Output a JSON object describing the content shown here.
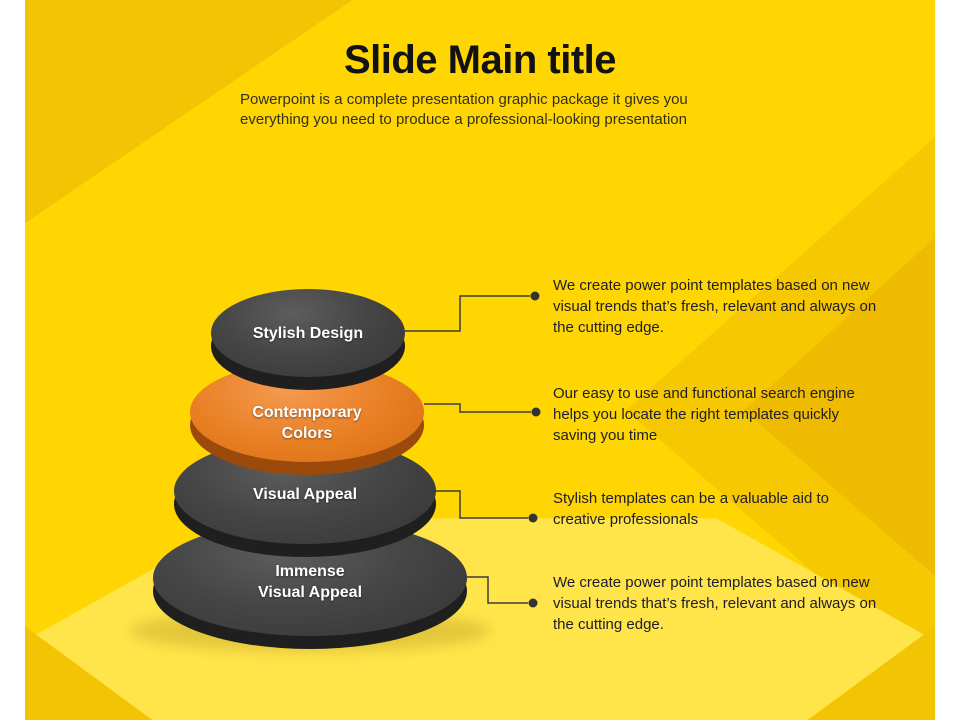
{
  "slide": {
    "title": "Slide Main title",
    "subtitle_lines": [
      "Powerpoint is a complete presentation graphic package it gives you",
      "everything you need to produce a professional-looking presentation"
    ],
    "stack": [
      {
        "lines": [
          "Stylish Design"
        ],
        "color": "#3F3F3F"
      },
      {
        "lines": [
          "Contemporary",
          "Colors"
        ],
        "color": "#E87E22"
      },
      {
        "lines": [
          "Visual Appeal"
        ],
        "color": "#3F3F3F"
      },
      {
        "lines": [
          "Immense",
          "Visual Appeal"
        ],
        "color": "#3F3F3F"
      }
    ],
    "callouts": [
      {
        "lines": [
          "We create power point templates based on new",
          "visual trends that’s fresh, relevant and always on",
          "the cutting edge."
        ]
      },
      {
        "lines": [
          "Our easy to use and functional search engine",
          "helps you locate the right templates quickly",
          "saving you time"
        ]
      },
      {
        "lines": [
          "Stylish templates can be a valuable aid to",
          "creative professionals"
        ]
      },
      {
        "lines": [
          "We create power point templates based on new",
          "visual trends that’s fresh, relevant and always on",
          "the cutting edge."
        ]
      }
    ],
    "colors": {
      "background_yellow": "#FFD601",
      "floor_yellow": "#FFE44A",
      "shade_gold": "#F3C404",
      "stone_gray": "#3F3F3F",
      "accent_orange": "#E87E22",
      "text_dark": "#1D1D2B"
    }
  }
}
